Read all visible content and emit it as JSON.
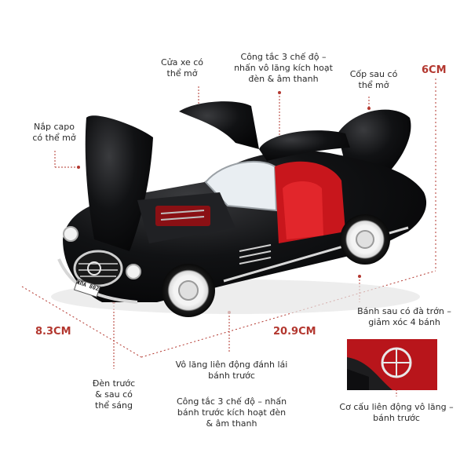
{
  "labels": {
    "door": "Cửa xe có\nthể mở",
    "switch_top": "Công tắc 3 chế độ –\nnhấn vô lăng kích hoạt\nđèn & âm thanh",
    "trunk": "Cốp sau có\nthể mở",
    "hood": "Nắp capo\ncó thể mở",
    "rear_wheel": "Bánh sau có đà trớn –\ngiảm xóc 4 bánh",
    "steering": "Vô lăng liên động đánh lái\nbánh trước",
    "switch_bottom": "Công tắc 3 chế độ – nhấn\nbánh trước kích hoạt đèn\n& âm thanh",
    "lights": "Đèn trước\n& sau có\nthể sáng",
    "mechanism": "Cơ cấu liên động vô lăng –\nbánh trước"
  },
  "dimensions": {
    "height": "6CM",
    "width": "8.3CM",
    "length": "20.9CM"
  },
  "plate_text": "ЖПА 802",
  "colors": {
    "accent": "#b3372f",
    "car_body": "#0b0b0c",
    "interior": "#c8161c"
  }
}
